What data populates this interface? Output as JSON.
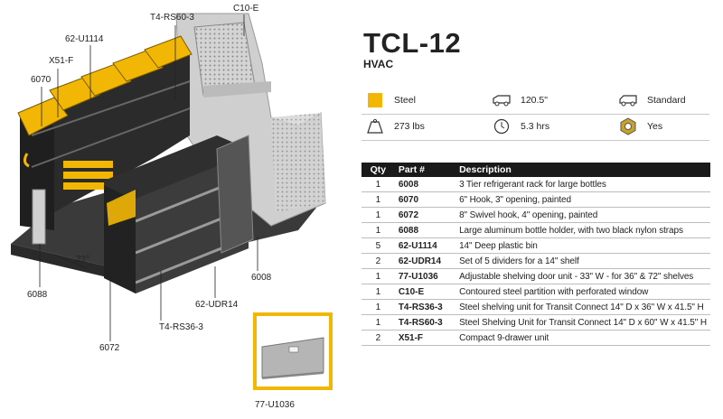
{
  "product": {
    "title": "TCL-12",
    "subtitle": "HVAC"
  },
  "specs": [
    {
      "icon": "yellow-swatch-icon",
      "value": "Steel"
    },
    {
      "icon": "van-length-icon",
      "value": "120.5\""
    },
    {
      "icon": "van-roof-icon",
      "value": "Standard"
    },
    {
      "icon": "weight-icon",
      "value": "273 lbs"
    },
    {
      "icon": "install-time-icon",
      "value": "5.3 hrs"
    },
    {
      "icon": "bolt-nut-icon",
      "value": "Yes"
    }
  ],
  "table": {
    "headers": {
      "qty": "Qty",
      "part": "Part #",
      "desc": "Description"
    },
    "rows": [
      {
        "qty": "1",
        "part": "6008",
        "desc": "3 Tier refrigerant rack for large bottles"
      },
      {
        "qty": "1",
        "part": "6070",
        "desc": "6\" Hook, 3\" opening, painted"
      },
      {
        "qty": "1",
        "part": "6072",
        "desc": "8\" Swivel hook, 4\" opening, painted"
      },
      {
        "qty": "1",
        "part": "6088",
        "desc": "Large aluminum bottle holder, with two black nylon straps"
      },
      {
        "qty": "5",
        "part": "62-U1114",
        "desc": "14\" Deep plastic bin"
      },
      {
        "qty": "2",
        "part": "62-UDR14",
        "desc": "Set of 5 dividers for a 14\" shelf"
      },
      {
        "qty": "1",
        "part": "77-U1036",
        "desc": "Adjustable shelving door unit - 33\" W - for 36\" & 72\" shelves"
      },
      {
        "qty": "1",
        "part": "C10-E",
        "desc": "Contoured steel partition with perforated window"
      },
      {
        "qty": "1",
        "part": "T4-RS36-3",
        "desc": "Steel shelving unit for Transit Connect 14\" D x 36\" W x 41.5\" H"
      },
      {
        "qty": "1",
        "part": "T4-RS60-3",
        "desc": "Steel Shelving Unit for Transit Connect 14\" D x 60\" W x 41.5\" H"
      },
      {
        "qty": "2",
        "part": "X51-F",
        "desc": "Compact 9-drawer unit"
      }
    ]
  },
  "callouts": {
    "t4rs60": "T4-RS60-3",
    "c10e": "C10-E",
    "u1114": "62-U1114",
    "x51f": "X51-F",
    "p6070": "6070",
    "angle": "22°",
    "p6088": "6088",
    "p6008": "6008",
    "udr14": "62-UDR14",
    "t4rs36": "T4-RS36-3",
    "p6072": "6072",
    "inset": "77-U1036"
  },
  "colors": {
    "accent": "#f2b705",
    "table_header": "#1a1a1a"
  }
}
